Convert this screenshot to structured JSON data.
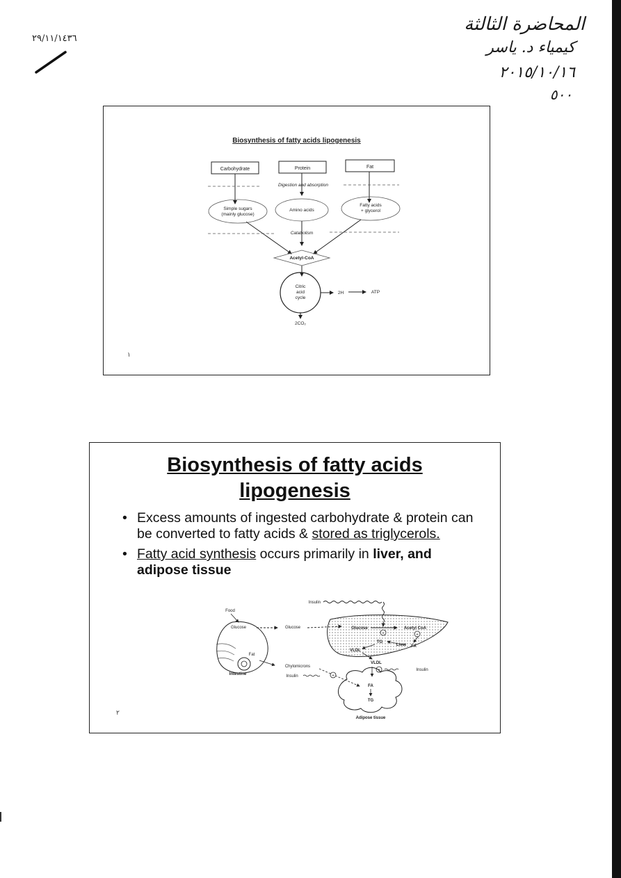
{
  "top_left": {
    "date": "٢٩/١١/١٤٣٦"
  },
  "handwriting": {
    "line1": "المحاضرة الثالثة",
    "line2": "كيمياء د. ياسر",
    "line3": "٢٠١٥/١٠/١٦",
    "line4": "٥٠٠"
  },
  "slide1": {
    "title": "Biosynthesis of fatty acids lipogenesis",
    "diagram": {
      "sources": [
        "Carbohydrate",
        "Protein",
        "Fat"
      ],
      "digestion_label": "Digestion and absorption",
      "products": [
        [
          "Simple sugars",
          "(mainly glucose)"
        ],
        [
          "Amino acids"
        ],
        [
          "Fatty acids",
          "+ glycerol"
        ]
      ],
      "catabolism_label": "Catabolism",
      "acetyl": "Acetyl-CoA",
      "cycle": [
        "Citric",
        "acid",
        "cycle"
      ],
      "two_h": "2H",
      "atp": "ATP",
      "co2": "2CO₂"
    },
    "page_number": "١"
  },
  "slide2": {
    "title_line1": "Biosynthesis of fatty acids",
    "title_line2": "lipogenesis",
    "bullet1": {
      "text": "Excess amounts of ingested carbohydrate & protein can be converted to fatty acids &",
      "underlined": "stored as triglycerols."
    },
    "bullet2": {
      "underlined": "Fatty acid synthesis",
      "text": "occurs primarily in",
      "bold": "liver, and adipose tissue"
    },
    "figure": {
      "insulin": "Insulin",
      "food": "Food",
      "glucose_gut": "Glucose",
      "glucose_arrow": "Glucose",
      "fat": "Fat",
      "intestine": "Intestine",
      "glucose_liver": "Glucose",
      "acetyl_coa": "Acetyl CoA",
      "tg": "TG",
      "fa": "FA",
      "vldl_liver": "VLDL",
      "liver": "Liver",
      "vldl": "VLDL",
      "chylomicrons": "Chylomicrons",
      "insulin_left": "Insulin",
      "insulin_right": "Insulin",
      "fa_adipose": "FA",
      "tg_adipose": "TG",
      "adipose": "Adipose tissue",
      "plus": "+"
    },
    "page_number": "٢"
  }
}
